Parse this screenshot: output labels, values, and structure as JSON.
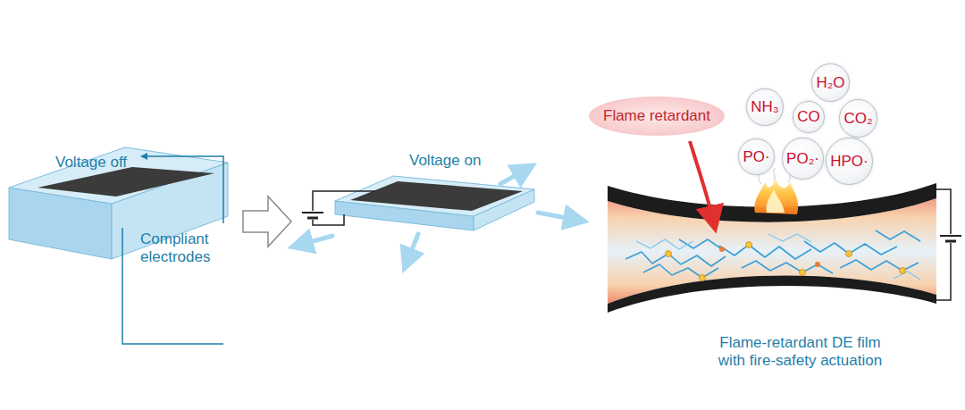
{
  "diagram": {
    "nodes": [
      {
        "text": [
          "Flame retardant"
        ]
      },
      {
        "text": [
          "H₂O"
        ]
      },
      {
        "text": [
          "NH₃"
        ]
      },
      {
        "text": [
          "CO"
        ]
      },
      {
        "text": [
          "CO₂"
        ]
      },
      {
        "text": [
          "PO·"
        ]
      },
      {
        "text": [
          "PO₂·"
        ]
      },
      {
        "text": [
          "HPO·"
        ]
      }
    ],
    "labels": [
      "Voltage off",
      "Compliant electrodes",
      "Voltage on",
      "Flame-retardant DE film with fire-safety actuation"
    ]
  }
}
